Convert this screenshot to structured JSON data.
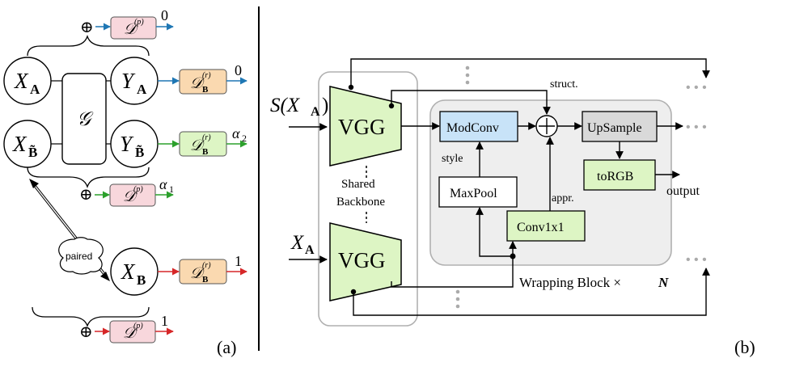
{
  "panel_a": {
    "caption": "(a)",
    "G": "𝒢",
    "nodes": {
      "xa": {
        "main": "X",
        "sub": "A"
      },
      "ya": {
        "main": "Y",
        "sub": "A"
      },
      "xbt": {
        "main": "X",
        "sub": "B̃"
      },
      "ybt": {
        "main": "Y",
        "sub": "B̃"
      },
      "xb": {
        "main": "X",
        "sub": "B"
      }
    },
    "oplus": "⊕",
    "dp": {
      "main": "𝒟",
      "sup": "(p)"
    },
    "dr": {
      "main": "𝒟",
      "sub": "B",
      "sup": "(r)"
    },
    "outputs": {
      "dp_top": "0",
      "dr_ya": "0",
      "dr_ybt": "α",
      "dr_ybt_sub": "2",
      "dp_mid": "α",
      "dp_mid_sub": "1",
      "dr_xb": "1",
      "dp_bot": "1"
    },
    "paired_label": "paired"
  },
  "panel_b": {
    "caption": "(b)",
    "input_top": {
      "main": "S(X",
      "sub": "A",
      "close": ")"
    },
    "input_bottom": {
      "main": "X",
      "sub": "A"
    },
    "vgg_label": "VGG",
    "shared_backbone": [
      "Shared",
      "Backbone"
    ],
    "modconv": "ModConv",
    "upsample": "UpSample",
    "torgb": "toRGB",
    "maxpool": "MaxPool",
    "conv1x1": "Conv1x1",
    "labels": {
      "struct": "struct.",
      "style": "style",
      "appr": "appr.",
      "output": "output"
    },
    "wrapping_block": {
      "text": "Wrapping Block × ",
      "n": "N"
    },
    "ellipsis": "• • •",
    "oplus": "+"
  },
  "colors": {
    "blue": "#1f77b4",
    "green": "#2ca02c",
    "red": "#d62728",
    "pink_fill": "#f8d7dc",
    "orange_fill": "#fad9b0",
    "vgg_fill": "#ddf5c4",
    "modconv_fill": "#c8e3f8",
    "upsample_fill": "#d9d9d9",
    "wrap_fill": "#eeeeee",
    "gray_dots": "#aaaaaa"
  }
}
